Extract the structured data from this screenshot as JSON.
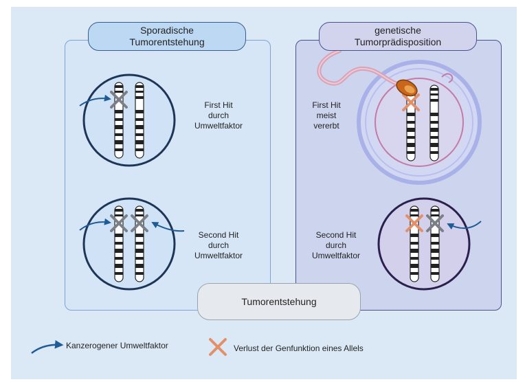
{
  "titles": {
    "left": [
      "Sporadische",
      "Tumorentstehung"
    ],
    "right": [
      "genetische",
      "Tumorprädisposition"
    ],
    "bottom": "Tumorentstehung"
  },
  "captions": {
    "left_top": [
      "First Hit",
      "durch",
      "Umweltfaktor"
    ],
    "left_bottom": [
      "Second Hit",
      "durch",
      "Umweltfaktor"
    ],
    "right_top": [
      "First Hit",
      "meist",
      "vererbt"
    ],
    "right_bottom": [
      "Second Hit",
      "durch",
      "Umweltfaktor"
    ]
  },
  "legend": {
    "arrow_label": "Kanzerogener Umweltfaktor",
    "cross_label": "Verlust der Genfunktion eines Allels"
  },
  "colors": {
    "arrow": "#1f5b95",
    "cross_grey": "#7b7f86",
    "cross_orange": "#e2906a",
    "cell_outline_left": "#1d3557",
    "cell_outline_right": "#2a1f4d"
  }
}
